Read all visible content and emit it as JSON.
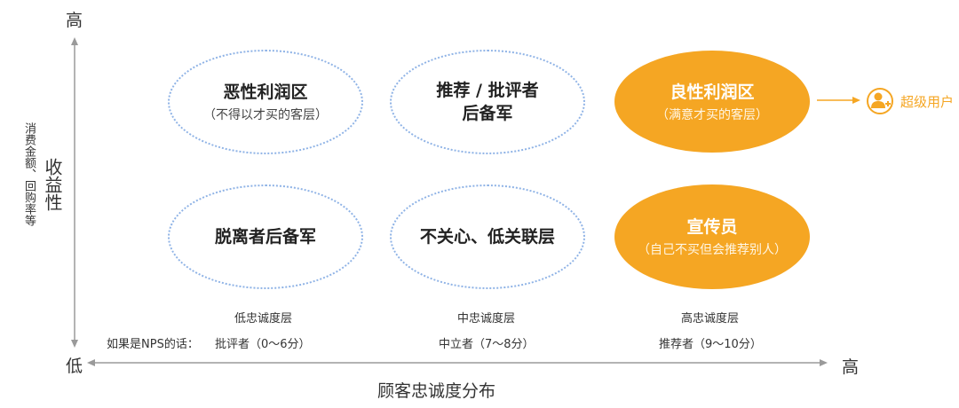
{
  "y_axis": {
    "high": "高",
    "low": "低",
    "title": "收益性",
    "subtitle": "消费金额、回购率等"
  },
  "x_axis": {
    "high": "高",
    "title": "顾客忠诚度分布"
  },
  "cells": [
    {
      "title": "恶性利润区",
      "subtitle": "（不得以才买的客层）",
      "style": "dotted"
    },
    {
      "title": "推荐 / 批评者\n后备军",
      "subtitle": "",
      "style": "dotted"
    },
    {
      "title": "良性利润区",
      "subtitle": "（满意才买的客层）",
      "style": "filled"
    },
    {
      "title": "脱离者后备军",
      "subtitle": "",
      "style": "dotted"
    },
    {
      "title": "不关心、低关联层",
      "subtitle": "",
      "style": "dotted"
    },
    {
      "title": "宣传员",
      "subtitle": "（自己不买但会推荐别人）",
      "style": "filled"
    }
  ],
  "tiers": [
    "低忠诚度层",
    "中忠诚度层",
    "高忠诚度层"
  ],
  "nps_prefix": "如果是NPS的话：",
  "nps_labels": [
    "批评者（0～6分）",
    "中立者（7～8分）",
    "推荐者（9～10分）"
  ],
  "super_user": {
    "label": "超级用户",
    "icon": "add-user-icon"
  },
  "colors": {
    "accent": "#f5a623",
    "dotted_border": "#8fb3e6",
    "axis": "#9a9a9a"
  }
}
